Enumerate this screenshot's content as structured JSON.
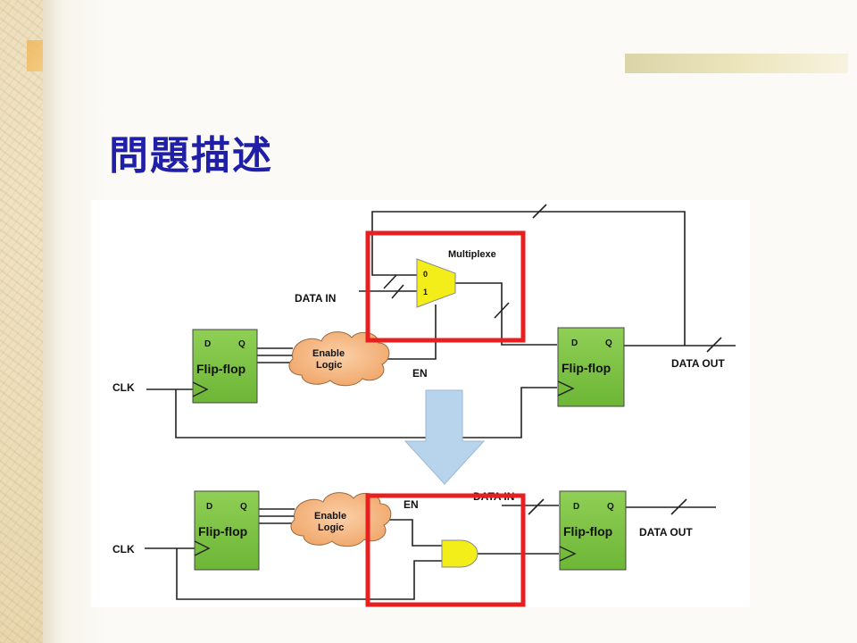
{
  "slide": {
    "title": "問題描述"
  },
  "top_circuit": {
    "flipflop_left": {
      "pins": [
        "D",
        "Q"
      ],
      "label": "Flip-flop"
    },
    "cloud_label_line1": "Enable",
    "cloud_label_line2": "Logic",
    "mux_label": "Multiplexe",
    "mux_input_0": "0",
    "mux_input_1": "1",
    "data_in_label": "DATA IN",
    "en_label": "EN",
    "clk_label": "CLK",
    "flipflop_right": {
      "pins": [
        "D",
        "Q"
      ],
      "label": "Flip-flop"
    },
    "data_out_label": "DATA OUT"
  },
  "bottom_circuit": {
    "flipflop_left": {
      "pins": [
        "D",
        "Q"
      ],
      "label": "Flip-flop"
    },
    "cloud_label_line1": "Enable",
    "cloud_label_line2": "Logic",
    "en_label": "EN",
    "data_in_label": "DATA IN",
    "clk_label": "CLK",
    "flipflop_right": {
      "pins": [
        "D",
        "Q"
      ],
      "label": "Flip-flop"
    },
    "data_out_label": "DATA OUT"
  },
  "colors": {
    "title": "#1f1fa8",
    "flipflop_fill": "#7cc243",
    "cloud_fill": "#f5b27a",
    "mux_fill": "#f3ee1a",
    "and_gate_fill": "#f3ee1a",
    "highlight_box": "#e81f1f",
    "arrow_fill": "#b8d3ec"
  }
}
